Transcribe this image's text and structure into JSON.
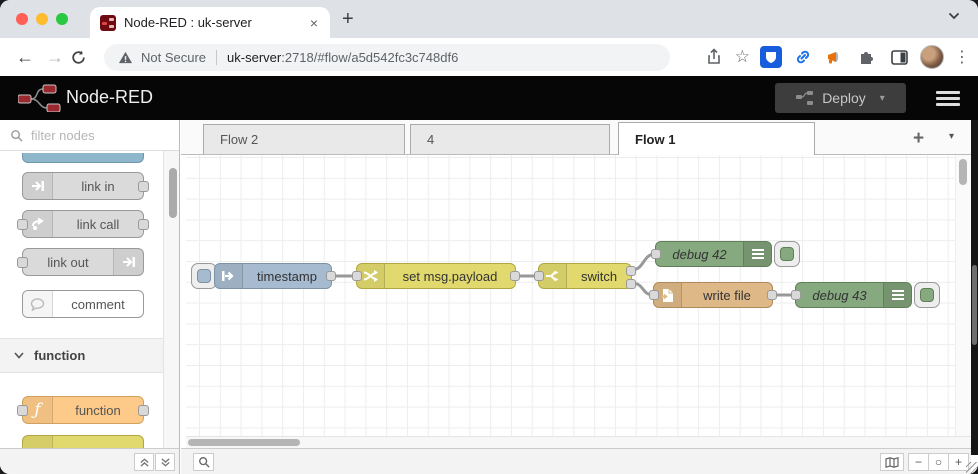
{
  "browser": {
    "tab_title": "Node-RED : uk-server",
    "security_label": "Not Secure",
    "url_host": "uk-server",
    "url_path": ":2718/#flow/a5d542fc3c748df6"
  },
  "header": {
    "app_title": "Node-RED",
    "deploy_label": "Deploy"
  },
  "palette": {
    "search_placeholder": "filter nodes",
    "items": {
      "link_in": "link in",
      "link_call": "link call",
      "link_out": "link out",
      "comment": "comment",
      "function_node": "function"
    },
    "category_function": "function"
  },
  "workspace": {
    "tabs": {
      "tab1": "Flow 2",
      "tab2": "4",
      "tab3": "Flow 1"
    }
  },
  "flow": {
    "inject_label": "timestamp",
    "change_label": "set msg.payload",
    "switch_label": "switch",
    "debug1_label": "debug 42",
    "file_label": "write file",
    "debug2_label": "debug 43"
  },
  "glyphs": {
    "close": "×",
    "plus": "+",
    "minus": "−",
    "zoom_reset": "○",
    "menu_dots": "⋮",
    "caret_down": "▾",
    "star": "☆",
    "back": "←",
    "forward": "→",
    "fx": "ƒ"
  },
  "colors": {
    "inject_node": "#a6bbcf",
    "function_yellow": "#e2d96e",
    "debug_green": "#87a980",
    "file_tan": "#deb887",
    "function_orange": "#fdca8a",
    "header_bg": "#060606",
    "bitwarden_blue": "#175ddc",
    "link_blue": "#1a73e8",
    "megaphone_orange": "#e8710a",
    "traffic_red": "#ff5f57",
    "traffic_yellow": "#febc2e",
    "traffic_green": "#28c840"
  }
}
